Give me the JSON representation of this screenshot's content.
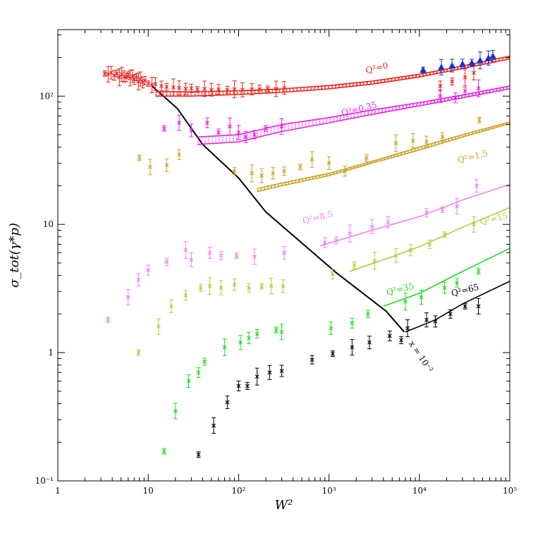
{
  "chart_data": {
    "type": "scatter",
    "title": "",
    "xlabel": "W²",
    "ylabel": "σ_tot(γ*p)",
    "xscale": "log",
    "yscale": "log",
    "xlim": [
      1,
      100000
    ],
    "ylim": [
      0.1,
      330
    ],
    "grid": false,
    "x_ticks": [
      {
        "v": 1,
        "label": "1"
      },
      {
        "v": 10,
        "label": "10"
      },
      {
        "v": 100,
        "label": "10²"
      },
      {
        "v": 1000,
        "label": "10³"
      },
      {
        "v": 10000,
        "label": "10⁴"
      },
      {
        "v": 100000,
        "label": "10⁵"
      }
    ],
    "y_ticks": [
      {
        "v": 0.1,
        "label": "10⁻¹"
      },
      {
        "v": 1,
        "label": "1"
      },
      {
        "v": 10,
        "label": "10"
      },
      {
        "v": 100,
        "label": "10²"
      }
    ],
    "series": [
      {
        "name": "Q²=0",
        "color": "#e8241c",
        "label_at": [
          2600,
          150
        ],
        "points": [
          [
            3.3,
            150
          ],
          [
            3.6,
            148
          ],
          [
            3.9,
            152
          ],
          [
            4.2,
            145
          ],
          [
            4.5,
            150
          ],
          [
            4.8,
            140
          ],
          [
            5.1,
            148
          ],
          [
            5.4,
            142
          ],
          [
            5.7,
            140
          ],
          [
            6,
            147
          ],
          [
            6.3,
            138
          ],
          [
            6.7,
            143
          ],
          [
            7,
            135
          ],
          [
            7.4,
            140
          ],
          [
            7.8,
            130
          ],
          [
            8.2,
            136
          ],
          [
            8.7,
            128
          ],
          [
            9.2,
            132
          ],
          [
            10,
            125
          ],
          [
            11,
            122
          ],
          [
            12,
            124
          ],
          [
            14,
            120
          ],
          [
            16,
            118
          ],
          [
            19,
            117
          ],
          [
            22,
            116
          ],
          [
            26,
            114
          ],
          [
            30,
            115
          ],
          [
            35,
            113
          ],
          [
            42,
            114
          ],
          [
            50,
            112
          ],
          [
            60,
            113
          ],
          [
            75,
            112
          ],
          [
            90,
            113
          ],
          [
            110,
            112
          ],
          [
            140,
            113
          ],
          [
            170,
            113
          ],
          [
            210,
            114
          ],
          [
            260,
            114
          ],
          [
            320,
            116
          ],
          [
            17000,
            120
          ],
          [
            23000,
            130
          ],
          [
            32000,
            140
          ],
          [
            40000,
            152
          ]
        ],
        "upper": [
          [
            12,
            108
          ],
          [
            30,
            108
          ],
          [
            100,
            110
          ],
          [
            300,
            114
          ],
          [
            1000,
            121
          ],
          [
            3000,
            131
          ],
          [
            10000,
            148
          ],
          [
            30000,
            172
          ],
          [
            100000,
            205
          ]
        ],
        "lower": [
          [
            12,
            100
          ],
          [
            30,
            100
          ],
          [
            100,
            103
          ],
          [
            300,
            107
          ],
          [
            1000,
            114
          ],
          [
            3000,
            124
          ],
          [
            10000,
            141
          ],
          [
            30000,
            164
          ],
          [
            100000,
            195
          ]
        ]
      },
      {
        "name": "",
        "color": "#1030d8",
        "marker": "triangle",
        "points": [
          [
            11000,
            160
          ],
          [
            17500,
            168
          ],
          [
            23000,
            173
          ],
          [
            30000,
            178
          ],
          [
            38000,
            182
          ],
          [
            47000,
            190
          ],
          [
            58000,
            198
          ],
          [
            65000,
            205
          ]
        ]
      },
      {
        "name": "Q²=0.35",
        "color": "#e020e0",
        "label_at": [
          1400,
          70
        ],
        "points": [
          [
            15,
            56
          ],
          [
            22,
            62
          ],
          [
            30,
            54
          ],
          [
            45,
            62
          ],
          [
            60,
            52
          ],
          [
            80,
            58
          ],
          [
            100,
            52
          ],
          [
            120,
            48
          ],
          [
            150,
            50
          ],
          [
            200,
            56
          ],
          [
            300,
            58
          ],
          [
            17000,
            100
          ],
          [
            25000,
            97
          ],
          [
            32000,
            110
          ],
          [
            45000,
            115
          ]
        ],
        "upper": [
          [
            35,
            48
          ],
          [
            100,
            50
          ],
          [
            300,
            60
          ],
          [
            1000,
            68
          ],
          [
            3000,
            78
          ],
          [
            10000,
            89
          ],
          [
            30000,
            102
          ],
          [
            100000,
            120
          ]
        ],
        "lower": [
          [
            35,
            42
          ],
          [
            100,
            44
          ],
          [
            300,
            53
          ],
          [
            1000,
            62
          ],
          [
            3000,
            72
          ],
          [
            10000,
            84
          ],
          [
            30000,
            97
          ],
          [
            100000,
            114
          ]
        ]
      },
      {
        "name": "Q²=1.5",
        "color": "#c9a22a",
        "label_at": [
          27000,
          30
        ],
        "points": [
          [
            8,
            33
          ],
          [
            10.5,
            28
          ],
          [
            16,
            29
          ],
          [
            22,
            35
          ],
          [
            90,
            26
          ],
          [
            140,
            25
          ],
          [
            180,
            24
          ],
          [
            240,
            25
          ],
          [
            320,
            26
          ],
          [
            480,
            28
          ],
          [
            650,
            32
          ],
          [
            1000,
            30
          ],
          [
            1500,
            26
          ],
          [
            2600,
            33
          ],
          [
            5500,
            43
          ],
          [
            8500,
            45
          ],
          [
            12000,
            44
          ],
          [
            18000,
            48
          ],
          [
            46000,
            65
          ]
        ],
        "upper": [
          [
            160,
            19
          ],
          [
            300,
            21
          ],
          [
            1000,
            25
          ],
          [
            3000,
            31
          ],
          [
            10000,
            40
          ],
          [
            30000,
            50
          ],
          [
            100000,
            63
          ]
        ],
        "lower": [
          [
            160,
            18
          ],
          [
            300,
            20
          ],
          [
            1000,
            24
          ],
          [
            3000,
            30
          ],
          [
            10000,
            38
          ],
          [
            30000,
            48
          ],
          [
            100000,
            61
          ]
        ]
      },
      {
        "name": "Q²=8.5",
        "color": "#f080f0",
        "label_at": [
          520,
          10.1
        ],
        "points": [
          [
            3.6,
            1.8
          ],
          [
            6,
            2.7
          ],
          [
            7.8,
            3.7
          ],
          [
            10,
            4.4
          ],
          [
            16,
            5.1
          ],
          [
            26,
            6.3
          ],
          [
            30,
            5.3
          ],
          [
            48,
            6.0
          ],
          [
            64,
            5.7
          ],
          [
            95,
            5.7
          ],
          [
            150,
            5.6
          ],
          [
            320,
            6.0
          ],
          [
            900,
            7.2
          ],
          [
            1200,
            7.5
          ],
          [
            1700,
            8.5
          ],
          [
            3000,
            9.6
          ],
          [
            4500,
            10.4
          ],
          [
            12000,
            12.3
          ],
          [
            18000,
            13
          ],
          [
            26000,
            13.8
          ],
          [
            43000,
            20
          ]
        ],
        "line": [
          [
            800,
            6.8
          ],
          [
            3000,
            9.0
          ],
          [
            10000,
            11.5
          ],
          [
            30000,
            15.5
          ],
          [
            100000,
            20.5
          ]
        ]
      },
      {
        "name": "Q²=15",
        "color": "#a8d040",
        "label_at": [
          48000,
          9.9
        ],
        "points": [
          [
            7.8,
            1.0
          ],
          [
            13,
            1.6
          ],
          [
            18,
            2.3
          ],
          [
            26,
            2.8
          ],
          [
            38,
            3.2
          ],
          [
            48,
            3.3
          ],
          [
            64,
            3.2
          ],
          [
            90,
            3.4
          ],
          [
            130,
            3.2
          ],
          [
            180,
            3.3
          ],
          [
            230,
            3.3
          ],
          [
            310,
            3.3
          ],
          [
            1100,
            4.1
          ],
          [
            1900,
            4.8
          ],
          [
            3200,
            5.2
          ],
          [
            5500,
            5.7
          ],
          [
            8000,
            6.3
          ],
          [
            13000,
            7.0
          ],
          [
            19000,
            8.3
          ],
          [
            40000,
            10
          ]
        ],
        "line": [
          [
            1700,
            4.3
          ],
          [
            5000,
            5.6
          ],
          [
            10000,
            6.7
          ],
          [
            30000,
            9.5
          ],
          [
            100000,
            13.5
          ]
        ]
      },
      {
        "name": "Q²=35",
        "color": "#20d820",
        "label_at": [
          4400,
          2.8
        ],
        "points": [
          [
            15,
            0.17
          ],
          [
            20,
            0.35
          ],
          [
            28,
            0.6
          ],
          [
            36,
            0.7
          ],
          [
            42,
            0.85
          ],
          [
            70,
            1.1
          ],
          [
            105,
            1.2
          ],
          [
            130,
            1.3
          ],
          [
            160,
            1.4
          ],
          [
            260,
            1.5
          ],
          [
            300,
            1.45
          ],
          [
            1050,
            1.55
          ],
          [
            1800,
            1.7
          ],
          [
            2700,
            2.0
          ],
          [
            7000,
            2.5
          ],
          [
            10500,
            2.7
          ],
          [
            19000,
            3.2
          ],
          [
            26000,
            3.5
          ],
          [
            45000,
            4.3
          ]
        ],
        "line": [
          [
            4000,
            2.3
          ],
          [
            10000,
            2.9
          ],
          [
            30000,
            4.3
          ],
          [
            100000,
            6.5
          ]
        ]
      },
      {
        "name": "Q²=65",
        "color": "#000000",
        "label_at": [
          23000,
          2.75
        ],
        "points": [
          [
            36,
            0.16
          ],
          [
            53,
            0.27
          ],
          [
            75,
            0.41
          ],
          [
            100,
            0.55
          ],
          [
            125,
            0.55
          ],
          [
            160,
            0.65
          ],
          [
            220,
            0.7
          ],
          [
            300,
            0.72
          ],
          [
            650,
            0.88
          ],
          [
            1100,
            0.98
          ],
          [
            1800,
            1.1
          ],
          [
            2800,
            1.2
          ],
          [
            4700,
            1.35
          ],
          [
            6300,
            1.25
          ],
          [
            7400,
            1.55
          ],
          [
            12000,
            1.8
          ],
          [
            15000,
            1.75
          ],
          [
            22000,
            2.0
          ],
          [
            32000,
            2.3
          ],
          [
            45000,
            2.3
          ]
        ],
        "line": [
          [
            7000,
            1.45
          ],
          [
            15000,
            1.8
          ],
          [
            30000,
            2.4
          ],
          [
            100000,
            3.6
          ]
        ]
      }
    ],
    "annotations": [
      {
        "text": "x = 10⁻²",
        "line": [
          [
            11,
            120
          ],
          [
            21,
            80
          ],
          [
            40,
            42
          ],
          [
            100,
            23
          ],
          [
            200,
            12.5
          ],
          [
            1200,
            4.2
          ],
          [
            4300,
            2.1
          ],
          [
            6800,
            1.45
          ]
        ]
      }
    ]
  }
}
